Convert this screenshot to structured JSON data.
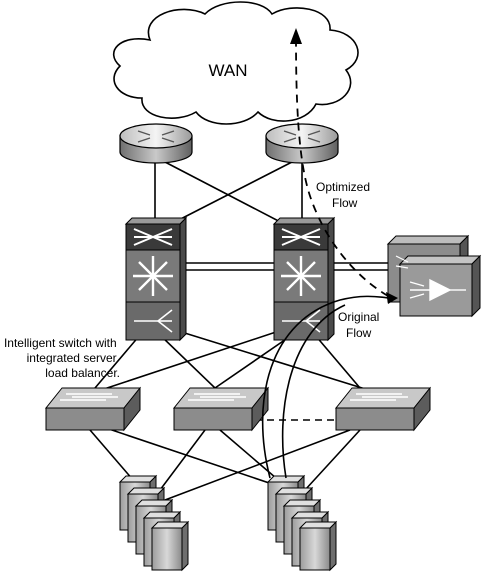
{
  "wan": {
    "label": "WAN"
  },
  "annotations": {
    "optimized_flow": [
      "Optimized",
      "Flow"
    ],
    "original_flow": [
      "Original",
      "Flow"
    ],
    "intelligent_switch": [
      "Intelligent switch with",
      "integrated server",
      "load balancer."
    ]
  },
  "colors": {
    "stroke": "#000000",
    "cloud_fill": "#ffffff",
    "router_light": "#e6e6e6",
    "router_dark": "#8a8a8a",
    "switch_top": "#c8c8c8",
    "switch_front": "#8c8c8c",
    "switch_side": "#5c5c5c",
    "chassis_dark": "#3a3a3a",
    "chassis_mid": "#7a7a7a",
    "server_light": "#cfcfcf",
    "server_dark": "#6e6e6e"
  }
}
